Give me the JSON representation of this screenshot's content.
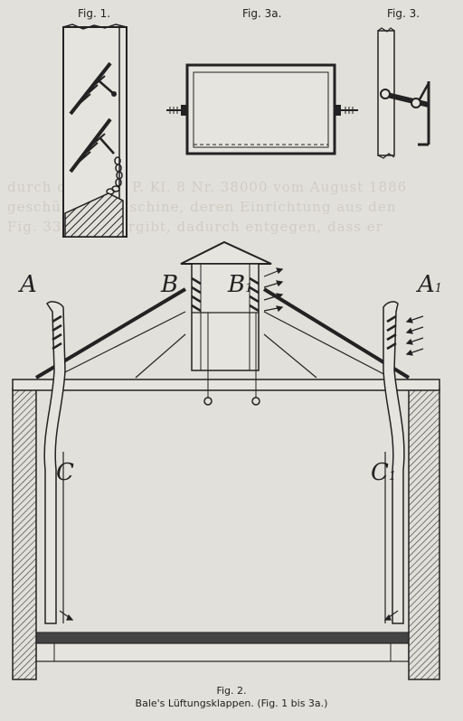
{
  "labels": {
    "fig1": "Fig. 1.",
    "fig3a": "Fig. 3a.",
    "fig3": "Fig. 3.",
    "fig2": "Fig. 2.",
    "caption": "Bale's Lüftungsklappen. (Fig. 1 bis 3a.)"
  },
  "letters": {
    "a_left": "A",
    "a_right": "A",
    "a_right_sub": "1",
    "b_left": "B",
    "b_right": "B",
    "b_right_sub": "1",
    "c_left": "C",
    "c_right": "C",
    "c_right_sub": "1"
  },
  "bleed_text": [
    "durch das D. R. P. Kl. 8 Nr. 38000 vom August 1886",
    "geschützten Maschine, deren Einrichtung aus den",
    "Fig. 33 bis 42 ergibt, dadurch entgegen, dass er"
  ]
}
